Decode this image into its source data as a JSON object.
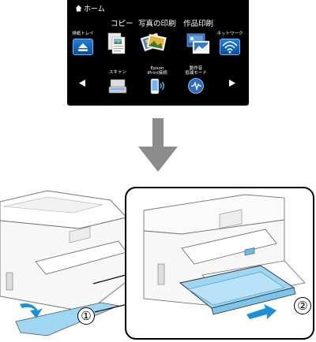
{
  "lcd": {
    "home_label": "ホーム",
    "top_tabs": [
      {
        "label": "コピー"
      },
      {
        "label": "写真の印刷"
      },
      {
        "label": "作品印刷"
      }
    ],
    "left_label": "排紙トレイ",
    "right_label": "ネットワーク",
    "bottom_items": [
      {
        "label": "スキャン"
      },
      {
        "label_line1": "Epson",
        "label_line2": "iPrint接続"
      },
      {
        "label_line1": "動作音",
        "label_line2": "低減モード"
      }
    ],
    "icons": {
      "home": "home-icon",
      "eject": "eject-icon",
      "copy": "copy-icon",
      "photo_print": "photo-print-icon",
      "creative_print": "creative-print-icon",
      "network": "wifi-icon",
      "scan": "scanner-icon",
      "iprint": "phone-wireless-icon",
      "quiet": "quiet-mode-icon",
      "prev": "left-arrow-icon",
      "next": "right-arrow-icon"
    }
  },
  "steps": [
    "①",
    "②"
  ],
  "colors": {
    "lcd_bg": "#000000",
    "button_blue": "#1565c0",
    "tray_blue": "#9fd6f2",
    "arrow_gray": "#8c8c8c",
    "direction_blue": "#1d8fd8"
  }
}
